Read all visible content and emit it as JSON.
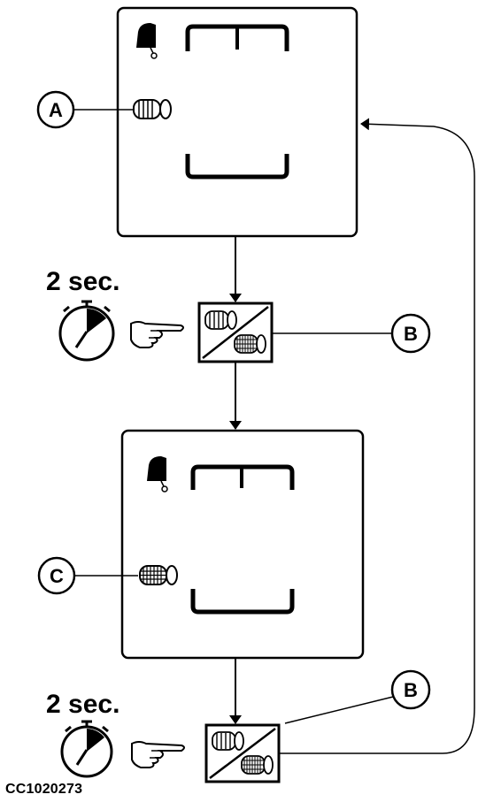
{
  "callouts": {
    "a": "A",
    "b": "B",
    "c": "C"
  },
  "steps": [
    {
      "timer_label": "2 sec."
    },
    {
      "timer_label": "2 sec."
    }
  ],
  "figure_id": "CC1020273",
  "icons": {
    "baler": "baler-icon",
    "bale_coarse": "bale-coarse-icon",
    "bale_fine": "bale-fine-icon",
    "toggle_button": "bale-toggle-button-icon",
    "stopwatch": "stopwatch-icon",
    "hand": "pointing-hand-icon"
  }
}
